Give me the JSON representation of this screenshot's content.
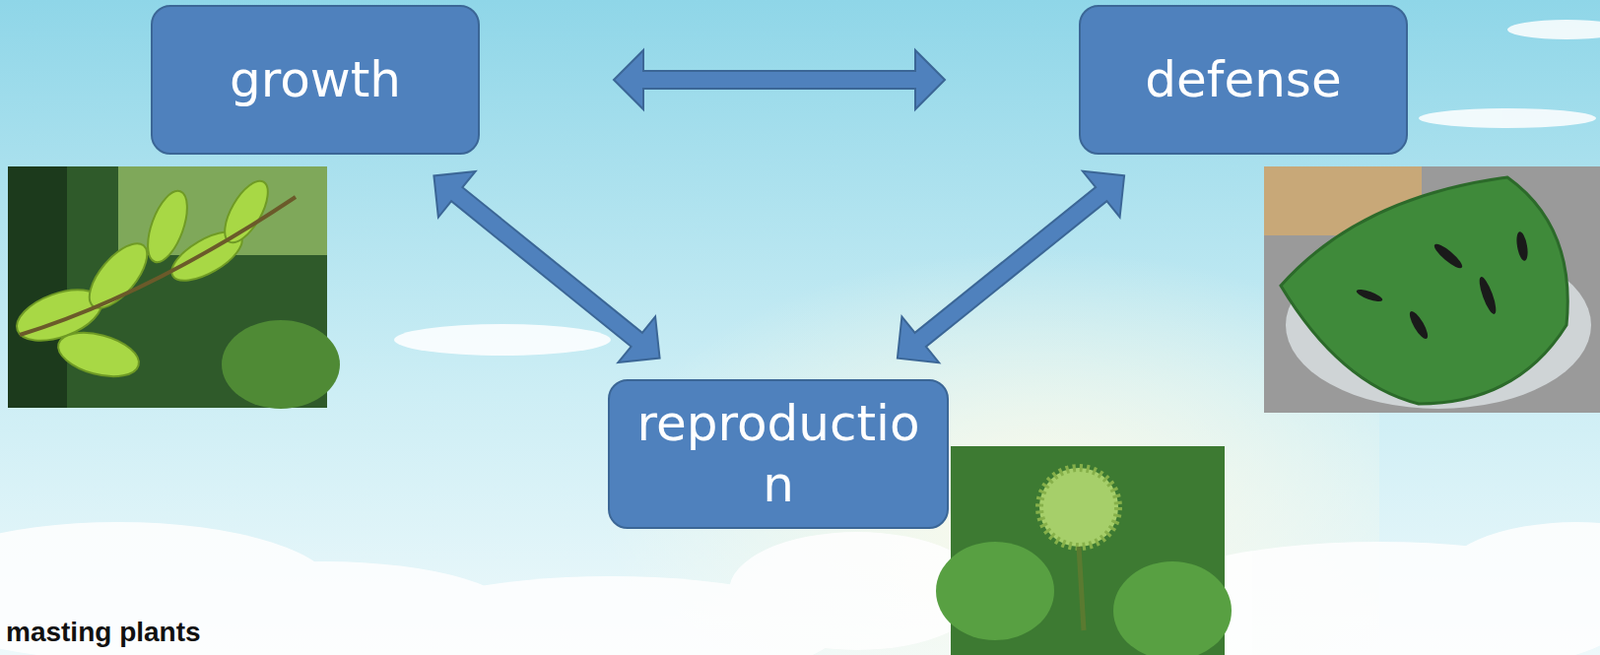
{
  "diagram": {
    "nodes": [
      {
        "text": [
          "growth"
        ]
      },
      {
        "text": [
          "defense"
        ]
      },
      {
        "text": [
          "reproduction"
        ]
      }
    ],
    "edges": [
      {
        "from": 0,
        "to": 1,
        "arrow": "both"
      },
      {
        "from": 0,
        "to": 2,
        "arrow": "both"
      },
      {
        "from": 1,
        "to": 2,
        "arrow": "both"
      }
    ],
    "labels": [
      "masting plants"
    ]
  }
}
